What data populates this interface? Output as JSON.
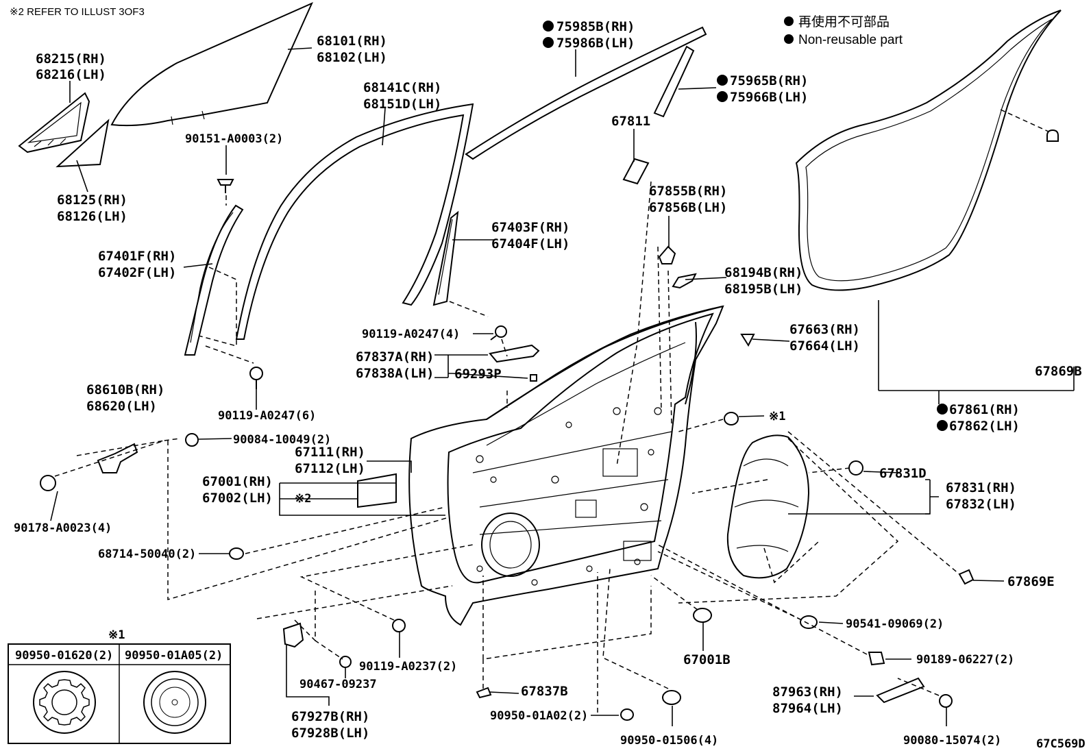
{
  "header_note": "※2 REFER TO ILLUST 3OF3",
  "legend": {
    "line1": "再使用不可部品",
    "line2": "Non-reusable part"
  },
  "figure_id": "67C569D",
  "inset": {
    "mark": "※1",
    "col1": "90950-01620(2)",
    "col2": "90950-01A05(2)"
  },
  "labels": {
    "p68215": "68215(RH)",
    "p68216": "68216(LH)",
    "p68125": "68125(RH)",
    "p68126": "68126(LH)",
    "p68101": "68101(RH)",
    "p68102": "68102(LH)",
    "p90151": "90151-A0003(2)",
    "p68141": "68141C(RH)",
    "p68151": "68151D(LH)",
    "p75985": "75985B(RH)",
    "p75986": "75986B(LH)",
    "p75965": "75965B(RH)",
    "p75966": "75966B(LH)",
    "p67811": "67811",
    "p67855": "67855B(RH)",
    "p67856": "67856B(LH)",
    "p67403": "67403F(RH)",
    "p67404": "67404F(LH)",
    "p67401": "67401F(RH)",
    "p67402": "67402F(LH)",
    "p90119a": "90119-A0247(4)",
    "p68194": "68194B(RH)",
    "p68195": "68195B(LH)",
    "p67837a": "67837A(RH)",
    "p67838a": "67838A(LH)",
    "p69293": "69293P",
    "p67663": "67663(RH)",
    "p67664": "67664(LH)",
    "p67869b": "67869B",
    "p90119b": "90119-A0247(6)",
    "p67861": "67861(RH)",
    "p67862": "67862(LH)",
    "p68610": "68610B(RH)",
    "p68620": "68620(LH)",
    "p90084": "90084-10049(2)",
    "mark1": "※1",
    "p67111": "67111(RH)",
    "p67112": "67112(LH)",
    "p67831d": "67831D",
    "p67001": "67001(RH)",
    "p67002": "67002(LH)",
    "mark2": "※2",
    "p67831": "67831(RH)",
    "p67832": "67832(LH)",
    "p90178": "90178-A0023(4)",
    "p68714": "68714-50040(2)",
    "p67869e": "67869E",
    "p90541": "90541-09069(2)",
    "p67001b": "67001B",
    "p90189": "90189-06227(2)",
    "p90119c": "90119-A0237(2)",
    "p90467": "90467-09237",
    "p87963": "87963(RH)",
    "p87964": "87964(LH)",
    "p67837b": "67837B",
    "p67927": "67927B(RH)",
    "p67928": "67928B(LH)",
    "p90950a": "90950-01A02(2)",
    "p90950b": "90950-01506(4)",
    "p90080": "90080-15074(2)"
  }
}
